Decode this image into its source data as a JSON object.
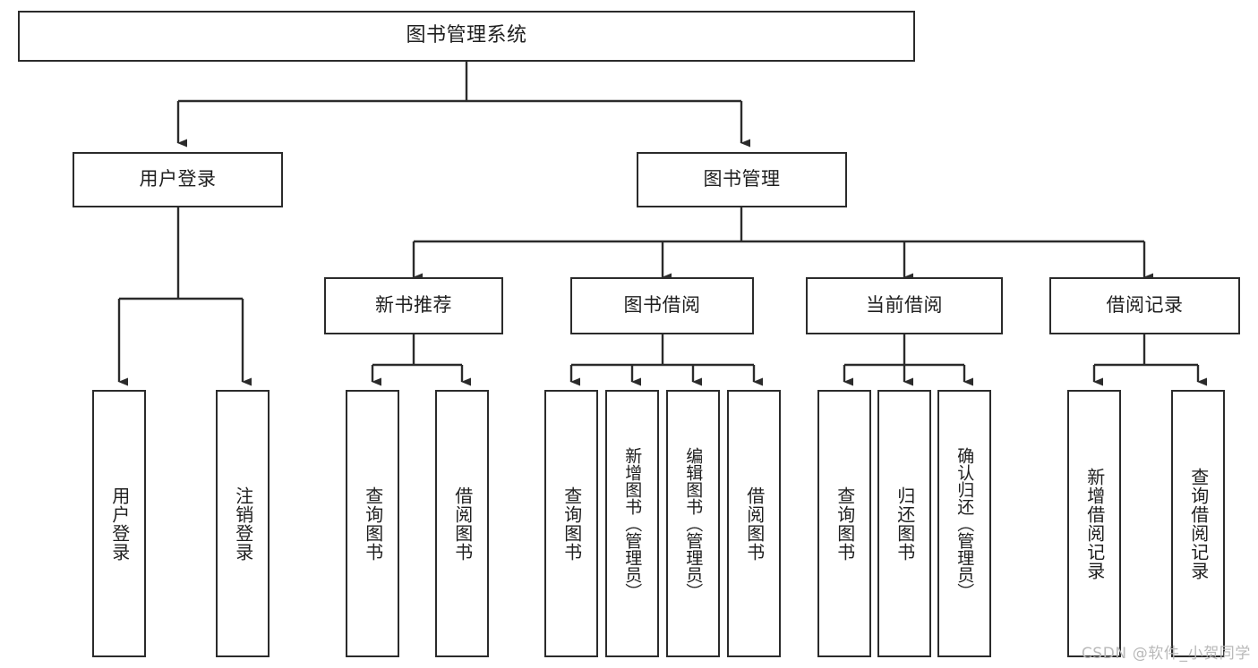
{
  "diagram": {
    "title": "图书管理系统",
    "type": "function-structure-tree",
    "stroke_color": "#2b2b2b",
    "background_color": "#ffffff",
    "text_color": "#1f1f1f",
    "watermark": "CSDN @软件_小贺同学",
    "root": {
      "label": "图书管理系统"
    },
    "level2": [
      {
        "label": "用户登录"
      },
      {
        "label": "图书管理"
      }
    ],
    "level3": [
      {
        "label": "新书推荐"
      },
      {
        "label": "图书借阅"
      },
      {
        "label": "当前借阅"
      },
      {
        "label": "借阅记录"
      }
    ],
    "leaves": {
      "user_login": [
        {
          "label": "用户登录"
        },
        {
          "label": "注销登录"
        }
      ],
      "new_book_recommend": [
        {
          "label": "查询图书"
        },
        {
          "label": "借阅图书"
        }
      ],
      "book_borrow": [
        {
          "label": "查询图书"
        },
        {
          "label": "新增图书（管理员）"
        },
        {
          "label": "编辑图书（管理员）"
        },
        {
          "label": "借阅图书"
        }
      ],
      "current_borrow": [
        {
          "label": "查询图书"
        },
        {
          "label": "归还图书"
        },
        {
          "label": "确认归还（管理员）"
        }
      ],
      "borrow_record": [
        {
          "label": "新增借阅记录"
        },
        {
          "label": "查询借阅记录"
        }
      ]
    }
  }
}
